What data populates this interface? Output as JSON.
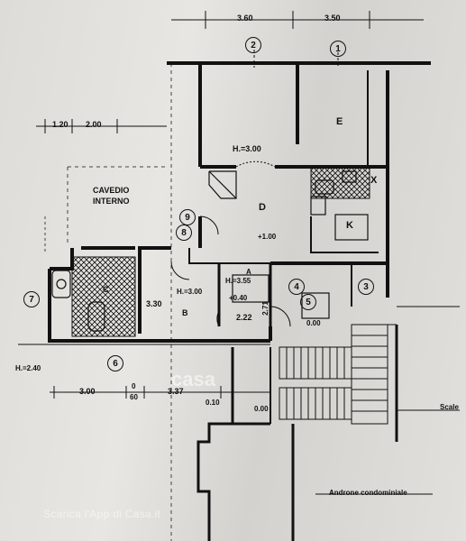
{
  "plan": {
    "dims": {
      "top_left": "3.60",
      "top_right": "3.50",
      "left_a": "1.20",
      "left_b": "2.00",
      "bottom_left": "3.00",
      "bottom_small_a": "0",
      "bottom_small_b": "60",
      "bottom_mid": "3.37",
      "bottom_small_c": "0.10",
      "center_1": "3.30",
      "center_2": "2.22",
      "center_3": "2.71"
    },
    "heights": {
      "h1": "H.=3.00",
      "h2": "H.=3.00",
      "h3": "H.=3.55",
      "h4": "H.=2.40"
    },
    "levels": {
      "l1": "+1.00",
      "l2": "+0.40",
      "l3": "0.00",
      "l4": "0.00"
    },
    "rooms": {
      "e": "E",
      "d": "D",
      "k": "K",
      "b": "B",
      "a": "A",
      "c": "C",
      "x": "X"
    },
    "areas": {
      "cavedio_1": "CAVEDIO",
      "cavedio_2": "INTERNO",
      "androne": "Androne  condominiale",
      "scale": "Scale"
    },
    "axes": [
      "1",
      "2",
      "3",
      "4",
      "5",
      "6",
      "7",
      "8",
      "9"
    ]
  },
  "watermark": {
    "logo": "casa",
    "text": "Scarica l'App di Casa.it"
  }
}
